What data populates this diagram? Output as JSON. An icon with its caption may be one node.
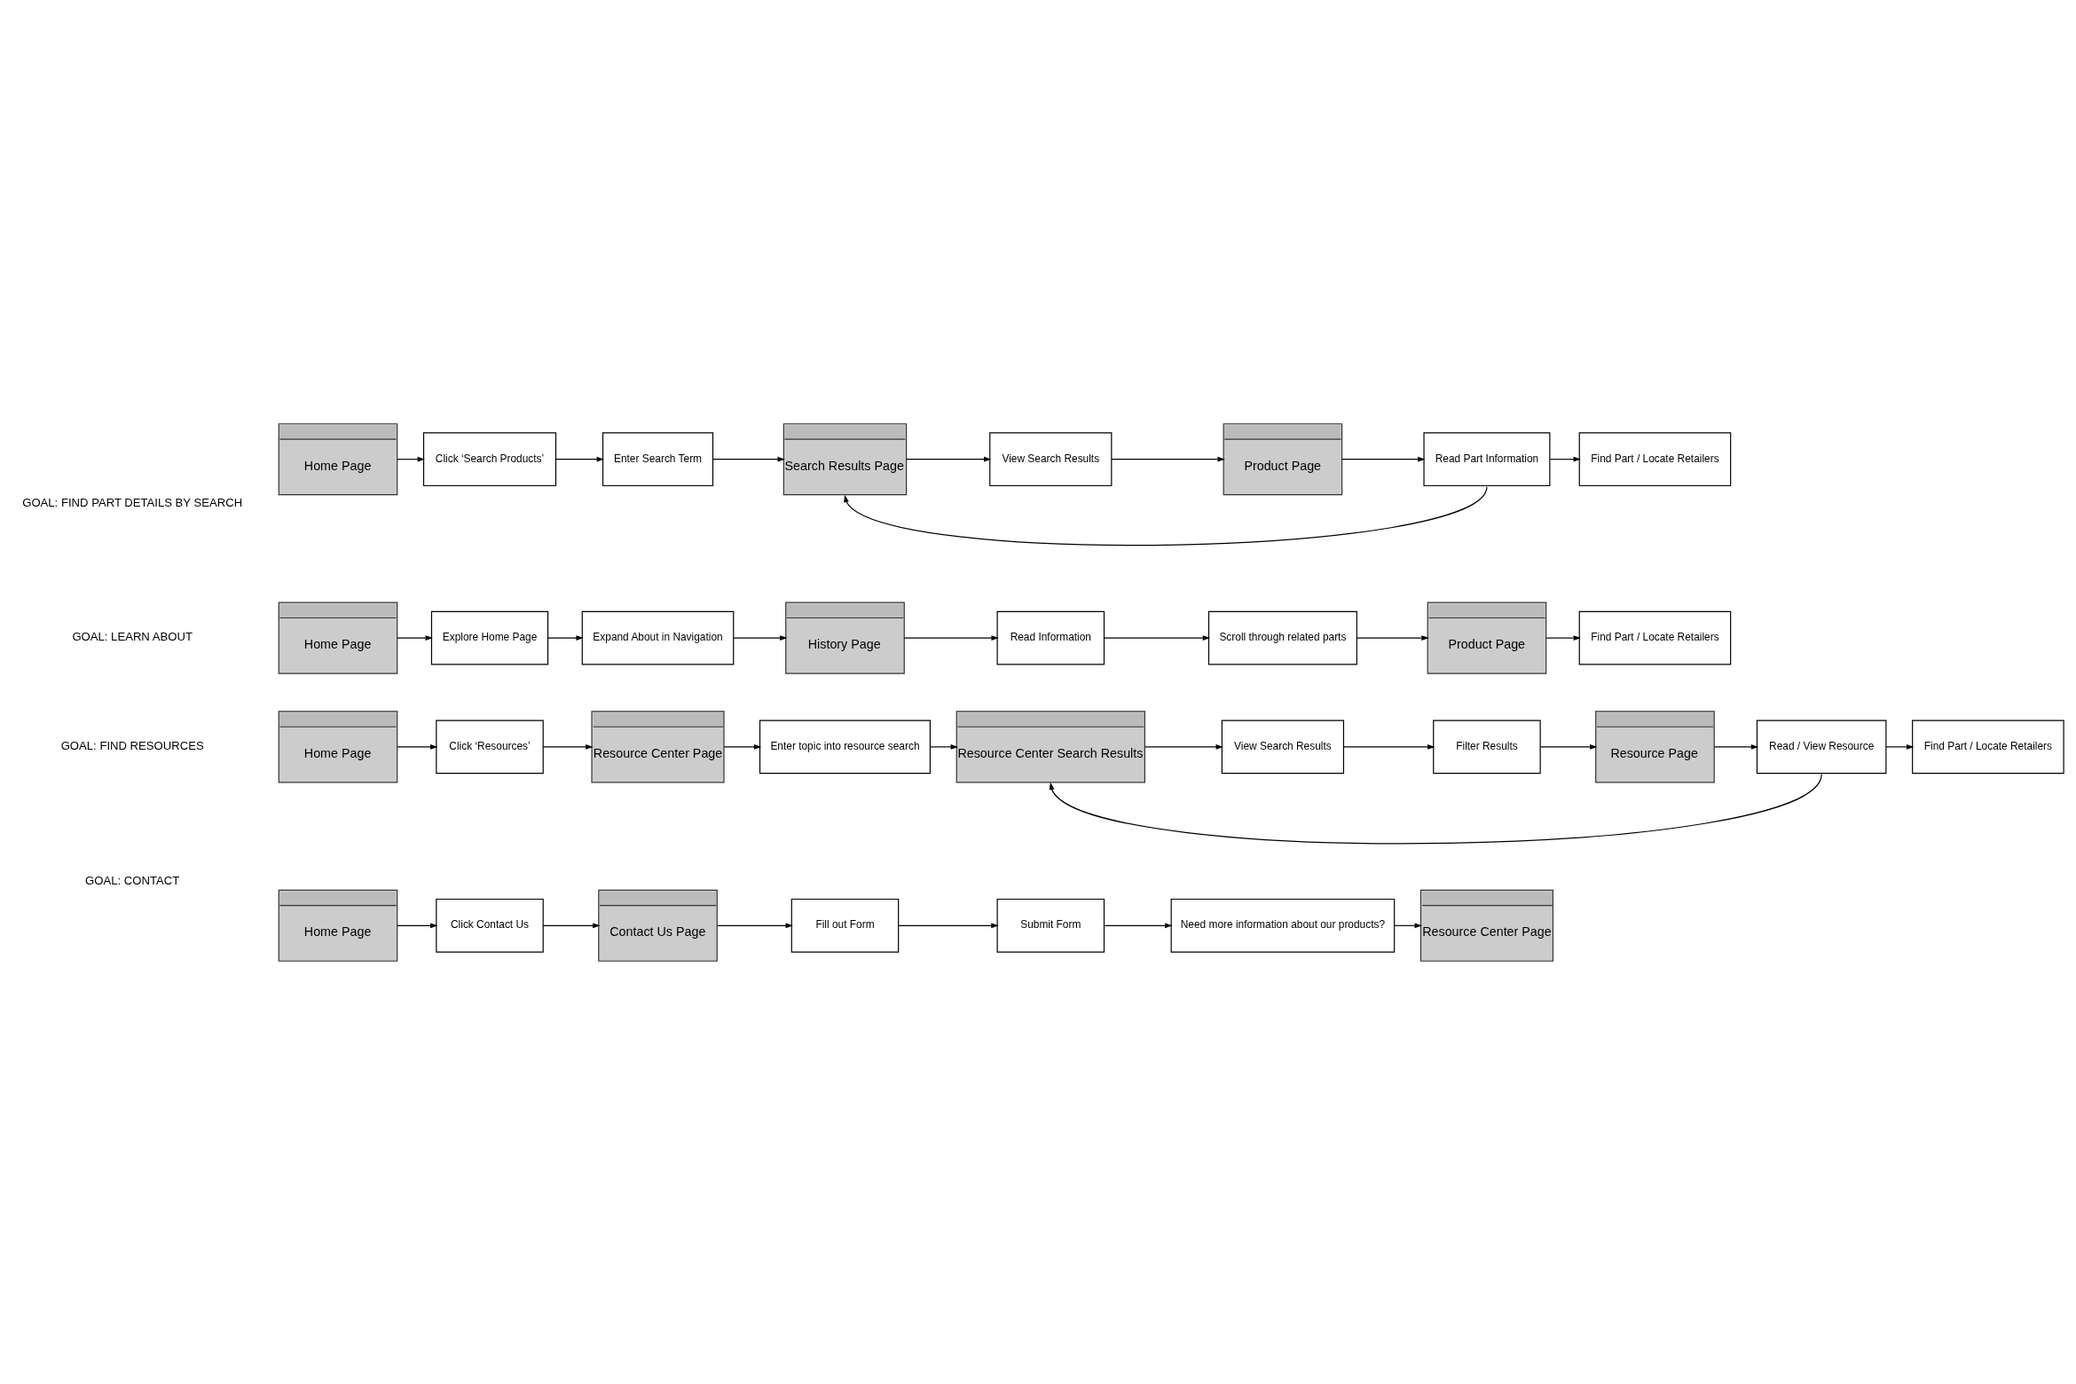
{
  "diagram": {
    "nodes": [
      {
        "text": [
          "Home Page"
        ]
      },
      {
        "text": [
          "Click ‘Search Products’"
        ]
      },
      {
        "text": [
          "Enter Search Term"
        ]
      },
      {
        "text": [
          "Search Results Page"
        ]
      },
      {
        "text": [
          "View Search Results"
        ]
      },
      {
        "text": [
          "Product Page"
        ]
      },
      {
        "text": [
          "Read Part Information"
        ]
      },
      {
        "text": [
          "Find Part / Locate Retailers"
        ]
      },
      {
        "text": [
          "Home Page"
        ]
      },
      {
        "text": [
          "Explore Home Page"
        ]
      },
      {
        "text": [
          "Expand About in Navigation"
        ]
      },
      {
        "text": [
          "History Page"
        ]
      },
      {
        "text": [
          "Read Information"
        ]
      },
      {
        "text": [
          "Scroll through related parts"
        ]
      },
      {
        "text": [
          "Product Page"
        ]
      },
      {
        "text": [
          "Find Part / Locate Retailers"
        ]
      },
      {
        "text": [
          "Home Page"
        ]
      },
      {
        "text": [
          "Click ‘Resources’"
        ]
      },
      {
        "text": [
          "Resource Center Page"
        ]
      },
      {
        "text": [
          "Enter topic into resource search"
        ]
      },
      {
        "text": [
          "Resource Center Search Results"
        ]
      },
      {
        "text": [
          "View Search Results"
        ]
      },
      {
        "text": [
          "Filter Results"
        ]
      },
      {
        "text": [
          "Resource Page"
        ]
      },
      {
        "text": [
          "Read / View Resource"
        ]
      },
      {
        "text": [
          "Find Part / Locate Retailers"
        ]
      },
      {
        "text": [
          "Home Page"
        ]
      },
      {
        "text": [
          "Click Contact Us"
        ]
      },
      {
        "text": [
          "Contact Us Page"
        ]
      },
      {
        "text": [
          "Fill out Form"
        ]
      },
      {
        "text": [
          "Submit Form"
        ]
      },
      {
        "text": [
          "Need more information about our products?"
        ]
      },
      {
        "text": [
          "Resource Center Page"
        ]
      }
    ],
    "edges": [
      {
        "from": 0,
        "to": 1,
        "arrow": "to"
      },
      {
        "from": 1,
        "to": 2,
        "arrow": "to"
      },
      {
        "from": 2,
        "to": 3,
        "arrow": "to"
      },
      {
        "from": 3,
        "to": 4,
        "arrow": "to"
      },
      {
        "from": 4,
        "to": 5,
        "arrow": "to"
      },
      {
        "from": 5,
        "to": 6,
        "arrow": "to"
      },
      {
        "from": 6,
        "to": 7,
        "arrow": "to"
      },
      {
        "from": 6,
        "to": 3,
        "arrow": "to"
      },
      {
        "from": 8,
        "to": 9,
        "arrow": "to"
      },
      {
        "from": 9,
        "to": 10,
        "arrow": "to"
      },
      {
        "from": 10,
        "to": 11,
        "arrow": "to"
      },
      {
        "from": 11,
        "to": 12,
        "arrow": "to"
      },
      {
        "from": 12,
        "to": 13,
        "arrow": "to"
      },
      {
        "from": 13,
        "to": 14,
        "arrow": "to"
      },
      {
        "from": 14,
        "to": 15,
        "arrow": "to"
      },
      {
        "from": 16,
        "to": 17,
        "arrow": "to"
      },
      {
        "from": 17,
        "to": 18,
        "arrow": "to"
      },
      {
        "from": 18,
        "to": 19,
        "arrow": "to"
      },
      {
        "from": 19,
        "to": 20,
        "arrow": "to"
      },
      {
        "from": 20,
        "to": 21,
        "arrow": "to"
      },
      {
        "from": 21,
        "to": 22,
        "arrow": "to"
      },
      {
        "from": 22,
        "to": 23,
        "arrow": "to"
      },
      {
        "from": 23,
        "to": 24,
        "arrow": "to"
      },
      {
        "from": 24,
        "to": 25,
        "arrow": "to"
      },
      {
        "from": 24,
        "to": 20,
        "arrow": "to"
      },
      {
        "from": 26,
        "to": 27,
        "arrow": "to"
      },
      {
        "from": 27,
        "to": 28,
        "arrow": "to"
      },
      {
        "from": 28,
        "to": 29,
        "arrow": "to"
      },
      {
        "from": 29,
        "to": 30,
        "arrow": "to"
      },
      {
        "from": 30,
        "to": 31,
        "arrow": "to"
      },
      {
        "from": 31,
        "to": 32,
        "arrow": "to"
      }
    ],
    "labels": [
      "GOAL: FIND PART DETAILS BY SEARCH",
      "GOAL: LEARN ABOUT",
      "GOAL: FIND RESOURCES",
      "GOAL: CONTACT"
    ]
  }
}
